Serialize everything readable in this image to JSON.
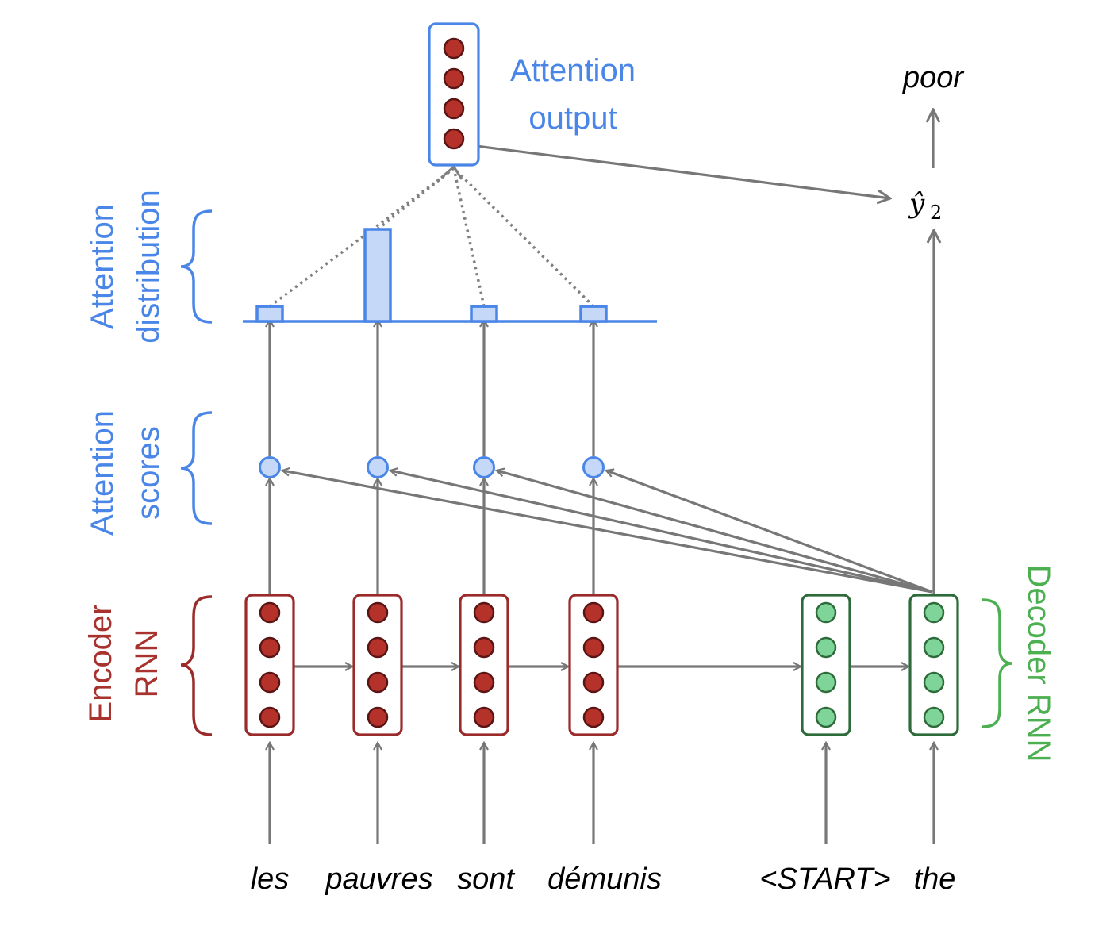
{
  "colors": {
    "encoder": "#9b2a2a",
    "encoder_dot": "#b5322b",
    "decoder": "#2e6b3a",
    "decoder_dot": "#7fd49a",
    "attention": "#4a86e8",
    "attention_fill": "#c5d8f8",
    "arrow": "#777777",
    "decoder_label": "#4caf50",
    "encoder_label": "#a8322d"
  },
  "labels": {
    "attention_output_line1": "Attention",
    "attention_output_line2": "output",
    "attention_distribution_line1": "Attention",
    "attention_distribution_line2": "distribution",
    "attention_scores_line1": "Attention",
    "attention_scores_line2": "scores",
    "encoder_line1": "Encoder",
    "encoder_line2": "RNN",
    "decoder": "Decoder RNN",
    "output_word": "poor",
    "prediction_base": "ŷ",
    "prediction_sub": "2"
  },
  "source_words": [
    "les",
    "pauvres",
    "sont",
    "démunis"
  ],
  "decoder_words": [
    "<START>",
    "the"
  ],
  "attention_weights": [
    0.05,
    0.6,
    0.05,
    0.05
  ],
  "icons": {
    "encoder_state": "vector-box-icon",
    "decoder_state": "vector-box-icon",
    "score": "circle-node-icon",
    "brace": "curly-brace-icon"
  }
}
